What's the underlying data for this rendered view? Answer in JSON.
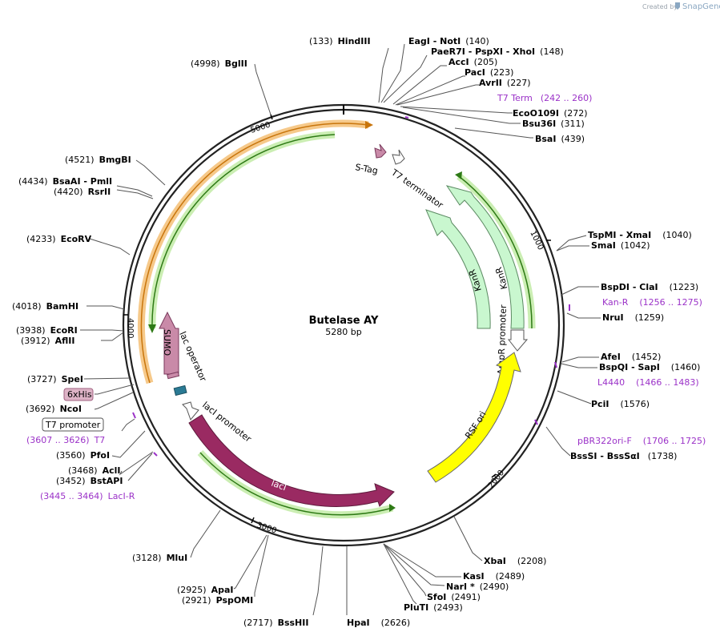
{
  "credit": {
    "prefix": "Created by",
    "brand": "SnapGene"
  },
  "plasmid": {
    "name": "Butelase AY",
    "size": "5280 bp"
  },
  "ticks": [
    "1000",
    "2000",
    "3000",
    "4000",
    "5000"
  ],
  "features": {
    "s_tag": "S-Tag",
    "t7_terminator": "T7 terminator",
    "kanr_outer": "KanR",
    "kanr_inner": "KanR",
    "ampr_promoter": "AmpR promoter",
    "rsf_ori": "RSF ori",
    "laci": "lacI",
    "laci_promoter": "lacI promoter",
    "lac_operator": "lac operator",
    "sumo": "SUMO",
    "his_tag": "6xHis",
    "t7_promoter": "T7 promoter"
  },
  "sites": [
    {
      "pos": "(133)",
      "name": "HindIII"
    },
    {
      "pos": "(140)",
      "name": "EagI  - NotI"
    },
    {
      "pos": "(148)",
      "name": "PaeR7I  - PspXI  - XhoI"
    },
    {
      "pos": "(205)",
      "name": "AccI"
    },
    {
      "pos": "(223)",
      "name": "PacI"
    },
    {
      "pos": "(227)",
      "name": "AvrII"
    },
    {
      "pos": "(242 .. 260)",
      "name": "T7 Term"
    },
    {
      "pos": "(272)",
      "name": "EcoO109I"
    },
    {
      "pos": "(311)",
      "name": "Bsu36I"
    },
    {
      "pos": "(439)",
      "name": "BsaI"
    },
    {
      "pos": "(1040)",
      "name": "TspMI  - XmaI"
    },
    {
      "pos": "(1042)",
      "name": "SmaI"
    },
    {
      "pos": "(1223)",
      "name": "BspDI  - ClaI"
    },
    {
      "pos": "(1256 .. 1275)",
      "name": "Kan-R"
    },
    {
      "pos": "(1259)",
      "name": "NruI"
    },
    {
      "pos": "(1452)",
      "name": "AfeI"
    },
    {
      "pos": "(1460)",
      "name": "BspQI  - SapI"
    },
    {
      "pos": "(1466 .. 1483)",
      "name": "L4440"
    },
    {
      "pos": "(1576)",
      "name": "PciI"
    },
    {
      "pos": "(1706 .. 1725)",
      "name": "pBR322ori-F"
    },
    {
      "pos": "(1738)",
      "name": "BssSI  - BssSαI"
    },
    {
      "pos": "(2208)",
      "name": "XbaI"
    },
    {
      "pos": "(2489)",
      "name": "KasI"
    },
    {
      "pos": "(2490)",
      "name": "NarI *"
    },
    {
      "pos": "(2491)",
      "name": "SfoI"
    },
    {
      "pos": "(2493)",
      "name": "PluTI"
    },
    {
      "pos": "(2626)",
      "name": "HpaI"
    },
    {
      "pos": "(2717)",
      "name": "BssHII"
    },
    {
      "pos": "(2921)",
      "name": "PspOMI"
    },
    {
      "pos": "(2925)",
      "name": "ApaI"
    },
    {
      "pos": "(3128)",
      "name": "MluI"
    },
    {
      "pos": "(3445 .. 3464)",
      "name": "LacI-R"
    },
    {
      "pos": "(3452)",
      "name": "BstAPI"
    },
    {
      "pos": "(3468)",
      "name": "AclI"
    },
    {
      "pos": "(3560)",
      "name": "PfoI"
    },
    {
      "pos": "(3607 .. 3626)",
      "name": "T7"
    },
    {
      "pos": "(3692)",
      "name": "NcoI"
    },
    {
      "pos": "(3727)",
      "name": "SpeI"
    },
    {
      "pos": "(3912)",
      "name": "AflII"
    },
    {
      "pos": "(3938)",
      "name": "EcoRI"
    },
    {
      "pos": "(4018)",
      "name": "BamHI"
    },
    {
      "pos": "(4233)",
      "name": "EcoRV"
    },
    {
      "pos": "(4420)",
      "name": "RsrII"
    },
    {
      "pos": "(4434)",
      "name": "BsaAI  - PmlI"
    },
    {
      "pos": "(4521)",
      "name": "BmgBI"
    },
    {
      "pos": "(4998)",
      "name": "BglII"
    }
  ]
}
